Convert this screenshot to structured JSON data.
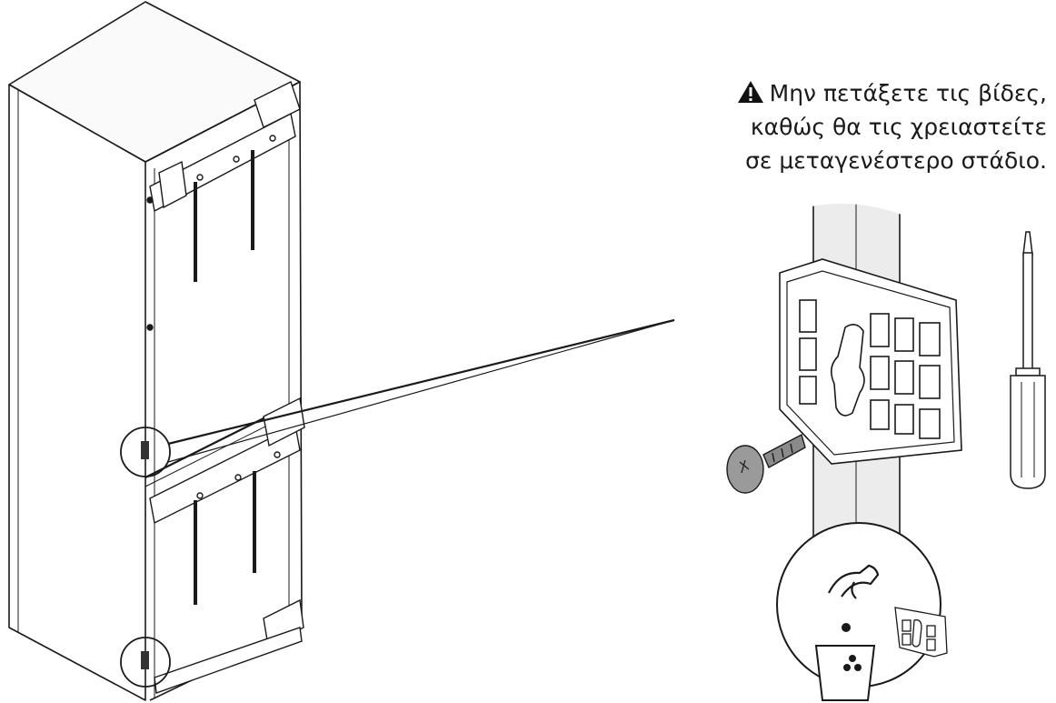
{
  "warning": {
    "icon": "warning-triangle-icon",
    "lines": [
      "Μην πετάξετε τις βίδες,",
      "καθώς θα τις χρειαστείτε",
      "σε μεταγενέστερο στάδιο."
    ]
  },
  "icons": {
    "screw": "screw-icon",
    "screwdriver": "screwdriver-icon",
    "hand": "hand-icon",
    "bin": "waste-bin-icon",
    "bracket": "plastic-bracket-icon"
  },
  "colors": {
    "stroke": "#1a1a1a",
    "panel": "#ececec",
    "fill": "#ffffff"
  }
}
